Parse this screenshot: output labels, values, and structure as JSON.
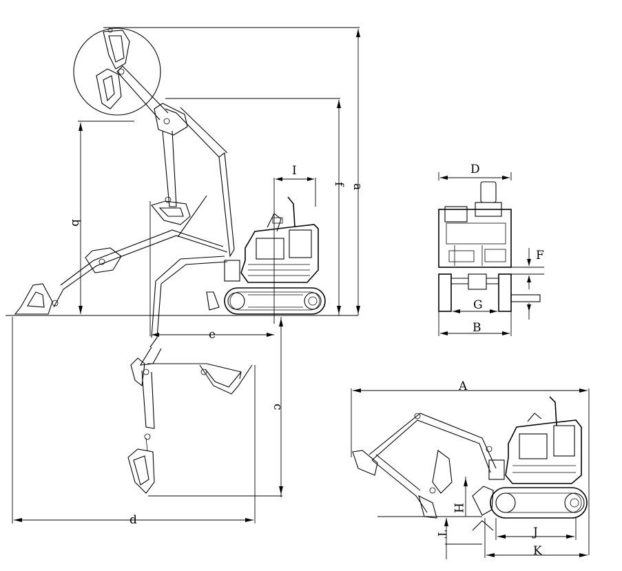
{
  "labels": {
    "a": "a",
    "b": "b",
    "c": "c",
    "d": "d",
    "e": "e",
    "f": "f",
    "I": "I",
    "D": "D",
    "F": "F",
    "G": "G",
    "B": "B",
    "A": "A",
    "H": "H",
    "J": "J",
    "K": "K",
    "T": "T"
  }
}
